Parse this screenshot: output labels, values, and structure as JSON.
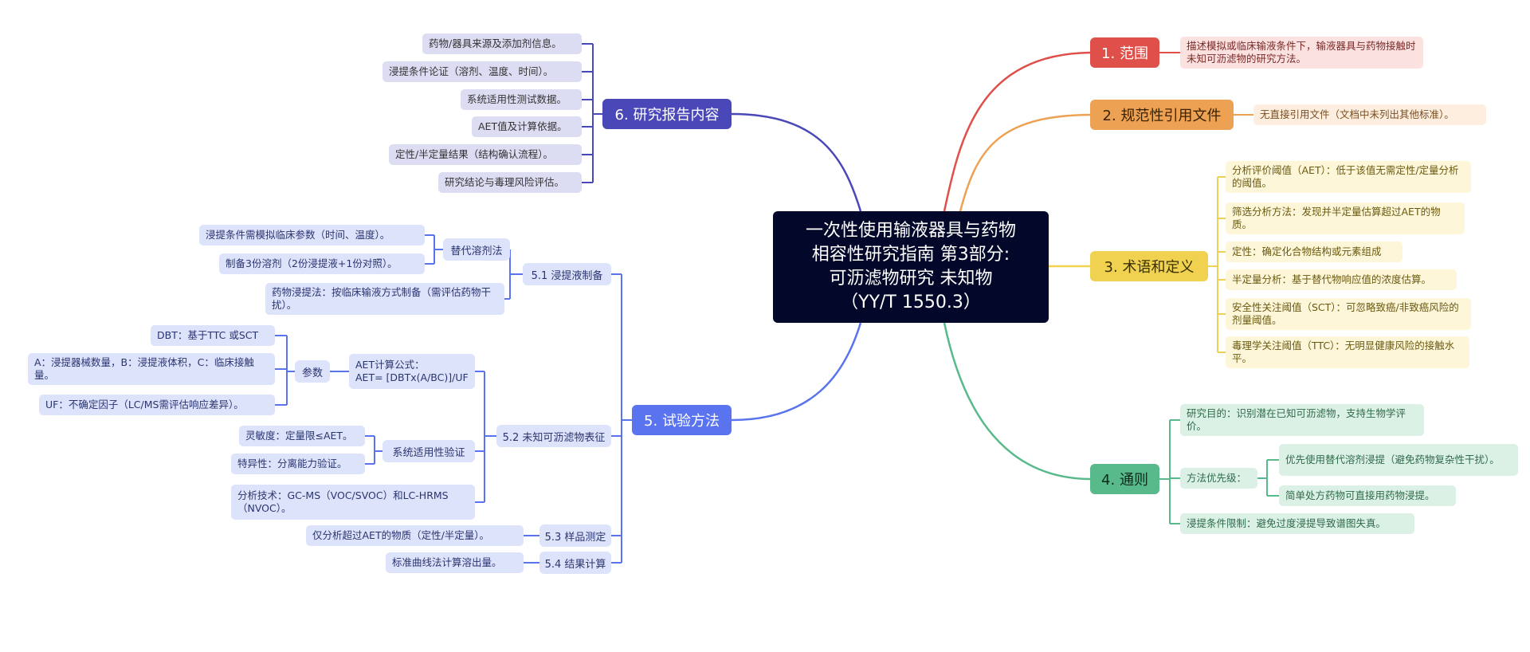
{
  "center": {
    "title": "一次性使用输液器具与药物\n相容性研究指南 第3部分:\n可沥滤物研究 未知物\n（YY/T 1550.3）"
  },
  "colors": {
    "red": "#e0504a",
    "orange": "#eda153",
    "yellow": "#f0d250",
    "green": "#58b98a",
    "blue": "#5a74f0",
    "indigo": "#4a48b8",
    "center": "#03082a"
  },
  "b1": {
    "label": "1. 范围",
    "leaf1": "描述模拟或临床输液条件下，输液器具与药物接触时未知可沥滤物的研究方法。"
  },
  "b2": {
    "label": "2. 规范性引用文件",
    "leaf1": "无直接引用文件（文档中未列出其他标准）。"
  },
  "b3": {
    "label": "3. 术语和定义",
    "leaves": [
      "分析评价阈值（AET）：低于该值无需定性/定量分析的阈值。",
      "筛选分析方法：发现并半定量估算超过AET的物质。",
      "定性：确定化合物结构或元素组成",
      "半定量分析：基于替代物响应值的浓度估算。",
      "安全性关注阈值（SCT）：可忽略致癌/非致癌风险的剂量阈值。",
      "毒理学关注阈值（TTC）：无明显健康风险的接触水平。"
    ]
  },
  "b4": {
    "label": "4. 通则",
    "leaf1": "研究目的：识别潜在已知可沥滤物，支持生物学评价。",
    "sub1": "方法优先级：",
    "sub1_leaves": [
      "优先使用替代溶剂浸提（避免药物复杂性干扰）。",
      "简单处方药物可直接用药物浸提。"
    ],
    "leaf3": "浸提条件限制：避免过度浸提导致谱图失真。"
  },
  "b5": {
    "label": "5. 试验方法",
    "s51": {
      "label": "5.1 浸提液制备",
      "alt": "替代溶剂法",
      "alt_leaves": [
        "浸提条件需模拟临床参数（时间、温度）。",
        "制备3份溶剂（2份浸提液+1份对照）。"
      ],
      "drug": "药物浸提法：按临床输液方式制备（需评估药物干扰）。"
    },
    "s52": {
      "label": "5.2 未知可沥滤物表征",
      "formula": "AET计算公式：\nAET= [DBTx(A/BC)]/UF",
      "params": "参数",
      "param_leaves": [
        "DBT：基于TTC 或SCT",
        "A：浸提器械数量，B：浸提液体积，C：临床接触量。",
        "UF：不确定因子（LC/MS需评估响应差异）。"
      ],
      "suit": "系统适用性验证",
      "suit_leaves": [
        "灵敏度：定量限≤AET。",
        "特异性：分离能力验证。"
      ],
      "tech": "分析技术：GC-MS（VOC/SVOC）和LC-HRMS（NVOC）。"
    },
    "s53": {
      "label": "5.3 样品测定",
      "leaf": "仅分析超过AET的物质（定性/半定量）。"
    },
    "s54": {
      "label": "5.4 结果计算",
      "leaf": "标准曲线法计算溶出量。"
    }
  },
  "b6": {
    "label": "6. 研究报告内容",
    "leaves": [
      "药物/器具来源及添加剂信息。",
      "浸提条件论证（溶剂、温度、时间）。",
      "系统适用性测试数据。",
      "AET值及计算依据。",
      "定性/半定量结果（结构确认流程）。",
      "研究结论与毒理风险评估。"
    ]
  }
}
